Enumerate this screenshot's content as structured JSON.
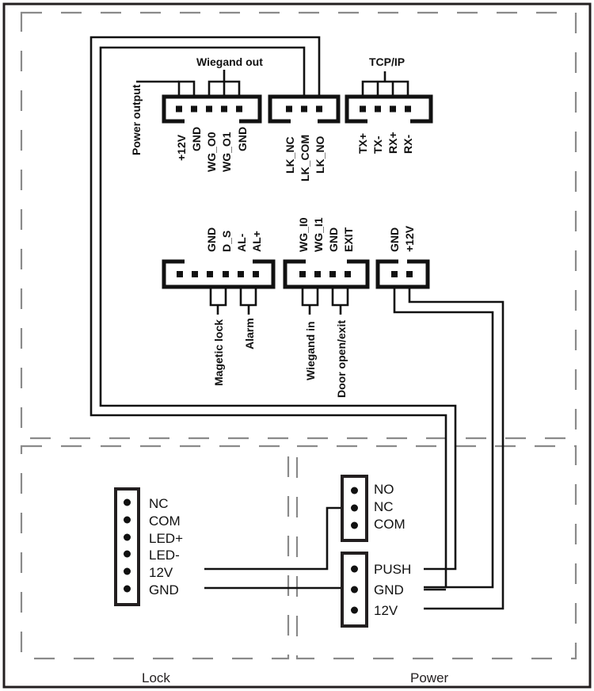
{
  "diagram": {
    "title": "Access controller wiring diagram",
    "sections": {
      "lock": "Lock",
      "power": "Power"
    },
    "top_connectors": {
      "wiegand_out": {
        "group_label": "Wiegand out",
        "side_label": "Power output",
        "pins": [
          "+12V",
          "GND",
          "WG_O0",
          "WG_O1",
          "GND"
        ]
      },
      "lock_relay": {
        "pins": [
          "LK_NC",
          "LK_COM",
          "LK_NO"
        ]
      },
      "tcp_ip": {
        "group_label": "TCP/IP",
        "pins": [
          "TX+",
          "TX-",
          "RX+",
          "RX-"
        ]
      }
    },
    "middle_connectors": {
      "sensor_alarm": {
        "pins": [
          "GND",
          "D_S",
          "AL-",
          "AL+"
        ],
        "pin_count": 6,
        "sub_labels": [
          "Magetic lock",
          "Alarm"
        ]
      },
      "wiegand_in_exit": {
        "pins": [
          "WG_I0",
          "WG_I1",
          "GND",
          "EXIT"
        ],
        "sub_labels": [
          "Wiegand in",
          "Door open/exit"
        ]
      },
      "power_in": {
        "pins": [
          "GND",
          "+12V"
        ]
      }
    },
    "lock_terminal": {
      "pins": [
        "NC",
        "COM",
        "LED+",
        "LED-",
        "12V",
        "GND"
      ]
    },
    "power_relay_terminal": {
      "pins": [
        "NO",
        "NC",
        "COM"
      ]
    },
    "power_terminal": {
      "pins": [
        "PUSH",
        "GND",
        "12V"
      ]
    },
    "connections": [
      {
        "from": "LK_COM",
        "to": "PUSH"
      },
      {
        "from": "LK_NO",
        "to": "GND (Power)"
      },
      {
        "from": "GND (Power in)",
        "to": "GND (Power)"
      },
      {
        "from": "+12V (Power in)",
        "to": "12V (Power)"
      },
      {
        "from": "12V (Lock)",
        "to": "NC (Power relay)"
      },
      {
        "from": "GND (Lock)",
        "to": "GND (Power)"
      }
    ],
    "colors": {
      "line": "#111111",
      "dashed_outline": "#8a8a8a",
      "frame": "#231f20",
      "background": "#ffffff"
    }
  }
}
